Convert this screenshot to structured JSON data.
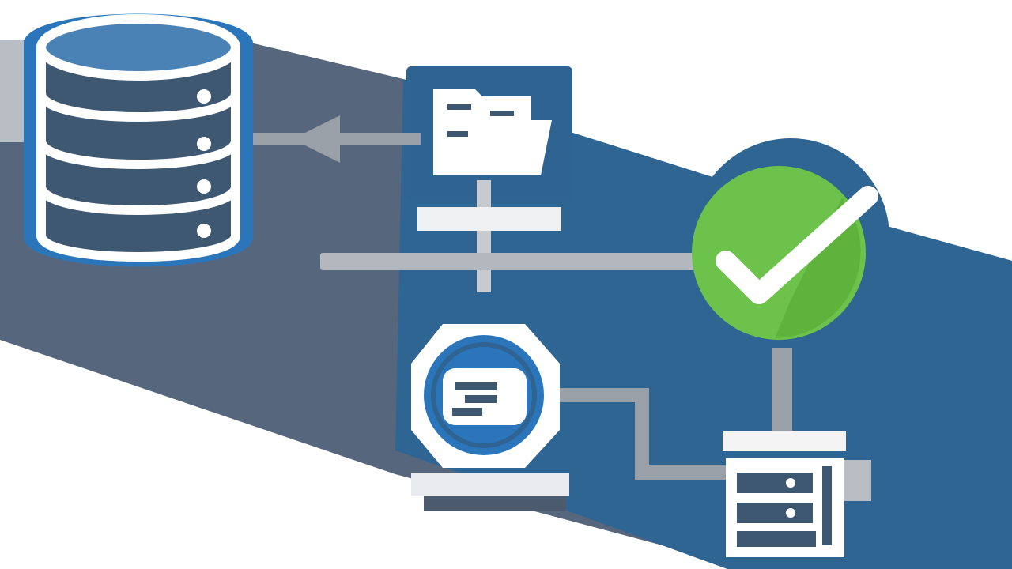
{
  "colors": {
    "background": "#ffffff",
    "band_dark": "#56677d",
    "band_blue": "#2f6593",
    "icon_blue": "#2b76bb",
    "icon_navy": "#3e5872",
    "connector_gray": "#9aa0a8",
    "panel_white": "#f7f7f7",
    "success_green": "#6cc24a"
  },
  "nodes": [
    {
      "id": "database",
      "icon": "database-icon"
    },
    {
      "id": "folder",
      "icon": "folder-icon"
    },
    {
      "id": "success",
      "icon": "checkmark-icon"
    },
    {
      "id": "hard-drive",
      "icon": "hard-drive-icon"
    },
    {
      "id": "server",
      "icon": "server-icon"
    }
  ],
  "connections": [
    {
      "from": "folder",
      "to": "database",
      "arrow": "left"
    },
    {
      "from": "folder",
      "to": "success",
      "arrow": "none"
    },
    {
      "from": "hard-drive",
      "to": "server",
      "arrow": "none"
    },
    {
      "from": "success",
      "to": "server",
      "arrow": "none"
    }
  ]
}
